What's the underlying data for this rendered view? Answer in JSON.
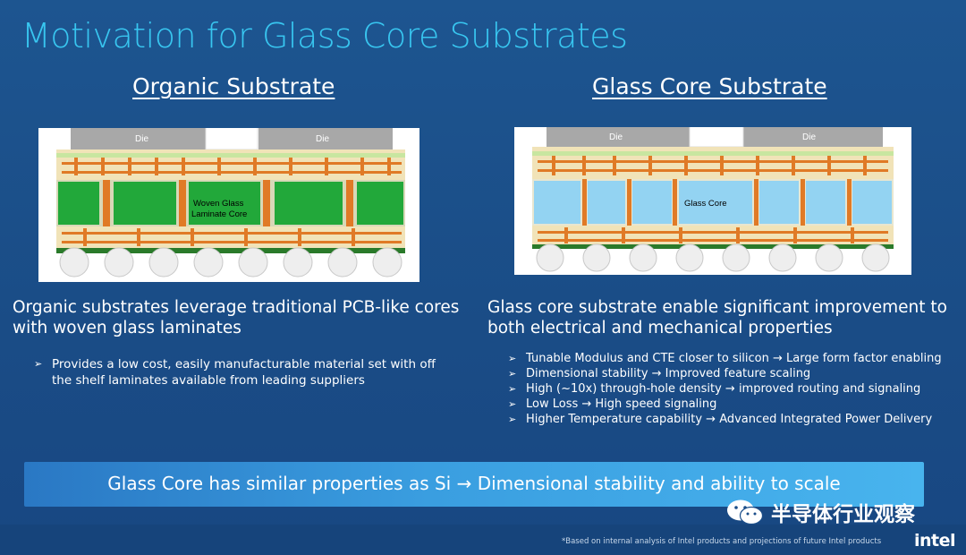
{
  "slide": {
    "title": "Motivation for Glass Core Substrates",
    "left": {
      "heading": "Organic Substrate",
      "diagram": {
        "die_left": "Die",
        "die_right": "Die",
        "core_label_1": "Woven Glass",
        "core_label_2": "Laminate Core"
      },
      "description": "Organic substrates leverage traditional PCB-like cores with woven glass laminates",
      "bullets": [
        "Provides a low cost, easily manufacturable material set with off the shelf laminates available from leading suppliers"
      ]
    },
    "right": {
      "heading": "Glass Core Substrate",
      "diagram": {
        "die_left": "Die",
        "die_right": "Die",
        "core_label": "Glass Core"
      },
      "description": "Glass core substrate enable significant improvement to both electrical and mechanical properties",
      "bullets": [
        "Tunable Modulus and CTE closer to silicon → Large form factor enabling",
        "Dimensional stability → Improved feature scaling",
        "High (~10x) through-hole density → improved routing and signaling",
        "Low Loss → High speed signaling",
        "Higher Temperature capability → Advanced Integrated Power Delivery"
      ]
    },
    "banner": "Glass Core has similar properties as Si → Dimensional stability and ability to scale",
    "watermark": "半导体行业观察",
    "footnote": "*Based on internal analysis of Intel products and projections of future Intel products",
    "logo": "intel"
  },
  "icons": {
    "bullet": "arrow-bullet-icon",
    "watermark": "wechat-icon"
  },
  "colors": {
    "background": "#1b4e8a",
    "title": "#38c6f0",
    "organic_core": "#22a83a",
    "glass_core": "#93d3f2",
    "copper": "#e07a26",
    "die": "#a8a8a8",
    "solder_layer": "#c8e6a0"
  }
}
